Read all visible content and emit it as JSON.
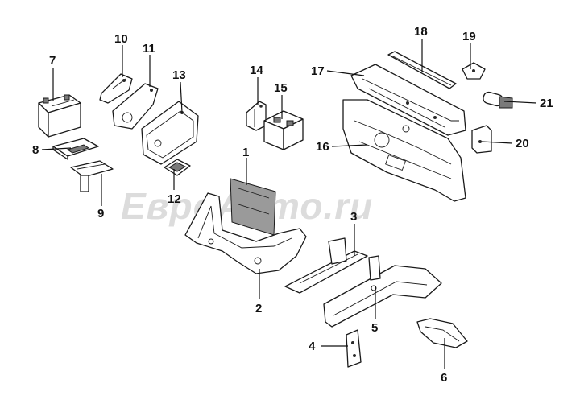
{
  "watermark": {
    "text": "ЕвроАвто.ru"
  },
  "callouts": [
    {
      "number": "1"
    },
    {
      "number": "2"
    },
    {
      "number": "3"
    },
    {
      "number": "4"
    },
    {
      "number": "5"
    },
    {
      "number": "6"
    },
    {
      "number": "7"
    },
    {
      "number": "8"
    },
    {
      "number": "9"
    },
    {
      "number": "10"
    },
    {
      "number": "11"
    },
    {
      "number": "12"
    },
    {
      "number": "13"
    },
    {
      "number": "14"
    },
    {
      "number": "15"
    },
    {
      "number": "16"
    },
    {
      "number": "17"
    },
    {
      "number": "18"
    },
    {
      "number": "19"
    },
    {
      "number": "20"
    },
    {
      "number": "21"
    }
  ]
}
